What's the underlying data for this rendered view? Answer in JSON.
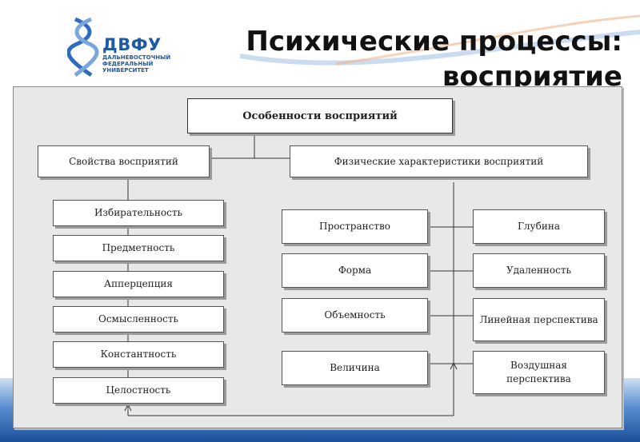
{
  "logo": {
    "name": "ДВФУ",
    "subtitle": "ДАЛЬНЕВОСТОЧНЫЙ ФЕДЕРАЛЬНЫЙ УНИВЕРСИТЕТ"
  },
  "slide": {
    "title_line1": "Психические процессы:",
    "title_line2": "восприятие"
  },
  "diagram": {
    "root": "Особенности восприятий",
    "left_header": "Свойства восприятий",
    "right_header": "Физические характеристики восприятий",
    "properties": [
      "Избирательность",
      "Предметность",
      "Апперцепция",
      "Осмысленность",
      "Константность",
      "Целостность"
    ],
    "physical": [
      "Пространство",
      "Форма",
      "Объемность",
      "Величина"
    ],
    "depth": [
      "Глубина",
      "Удаленность",
      "Линейная перспектива",
      "Воздушная перспектива"
    ]
  }
}
